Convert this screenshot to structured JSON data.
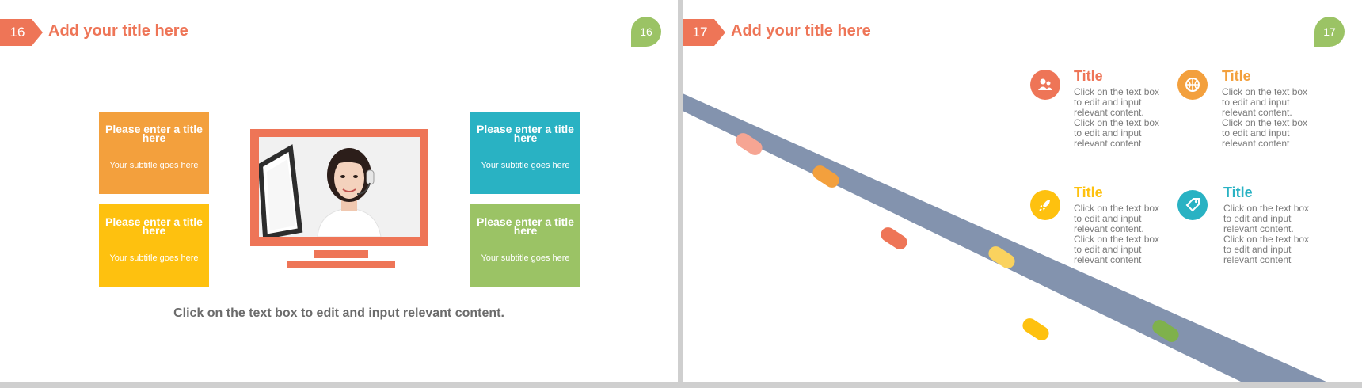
{
  "colors": {
    "accent": "#ee7557",
    "orange": "#f3a03d",
    "teal": "#29b2c3",
    "yellow": "#fec10f",
    "green": "#9bc365",
    "road": "#8393ae"
  },
  "slide_left": {
    "number": "16",
    "title": "Add your title here",
    "badge": "16",
    "boxes": [
      {
        "title": "Please enter a title here",
        "subtitle": "Your subtitle goes here"
      },
      {
        "title": "Please enter a title here",
        "subtitle": "Your subtitle goes here"
      },
      {
        "title": "Please enter a title here",
        "subtitle": "Your subtitle goes here"
      },
      {
        "title": "Please enter a title here",
        "subtitle": "Your subtitle goes here"
      }
    ],
    "caption": "Click on the text box to edit and input relevant content."
  },
  "slide_right": {
    "number": "17",
    "title": "Add your title here",
    "badge": "17",
    "features": [
      {
        "title": "Title",
        "icon": "users-icon",
        "color": "#ee7557",
        "lines": [
          "Click on the text box",
          "to edit and input",
          "relevant content.",
          "Click on the text box",
          "to edit and input",
          "relevant content"
        ]
      },
      {
        "title": "Title",
        "icon": "basketball-icon",
        "color": "#f3a03d",
        "lines": [
          "Click on the text box",
          "to edit and input",
          "relevant content.",
          "Click on the text box",
          "to edit and input",
          "relevant content"
        ]
      },
      {
        "title": "Title",
        "icon": "rocket-icon",
        "color": "#fec10f",
        "lines": [
          "Click on the text box",
          "to edit and input",
          "relevant content.",
          "Click on the text box",
          "to edit and input",
          "relevant content"
        ]
      },
      {
        "title": "Title",
        "icon": "tag-icon",
        "color": "#29b2c3",
        "lines": [
          "Click on the text box",
          "to edit and input",
          "relevant content.",
          "Click on the text box",
          "to edit and input",
          "relevant content"
        ]
      }
    ]
  }
}
